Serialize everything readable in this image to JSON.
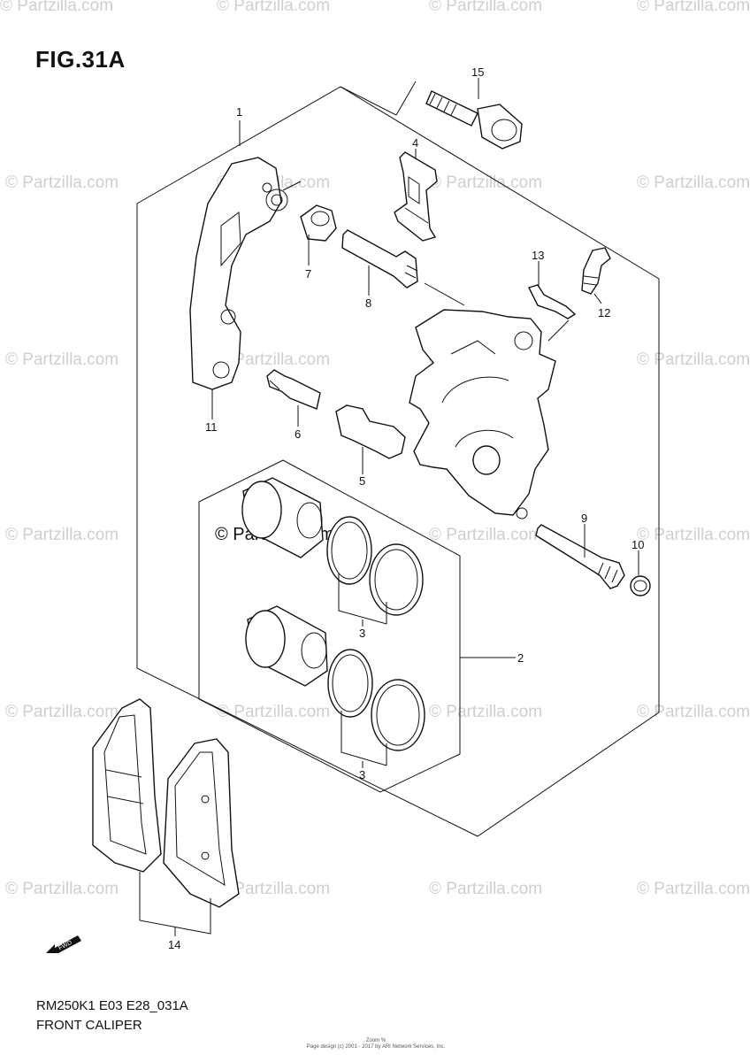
{
  "figure": {
    "id": "FIG.31A",
    "code": "RM250K1 E03 E28_031A",
    "caption": "FRONT CALIPER"
  },
  "watermark": {
    "text": "© Partzilla.com",
    "center_text": "© Partzilla.com"
  },
  "footer": {
    "line1": "Zoom %",
    "line2": "Page design (c) 2001 - 2017 by ARI Network Services, Inc."
  },
  "fwd_label": "FWD",
  "callouts": [
    "1",
    "2",
    "3",
    "3",
    "4",
    "5",
    "6",
    "7",
    "8",
    "9",
    "10",
    "11",
    "12",
    "13",
    "14",
    "15"
  ]
}
